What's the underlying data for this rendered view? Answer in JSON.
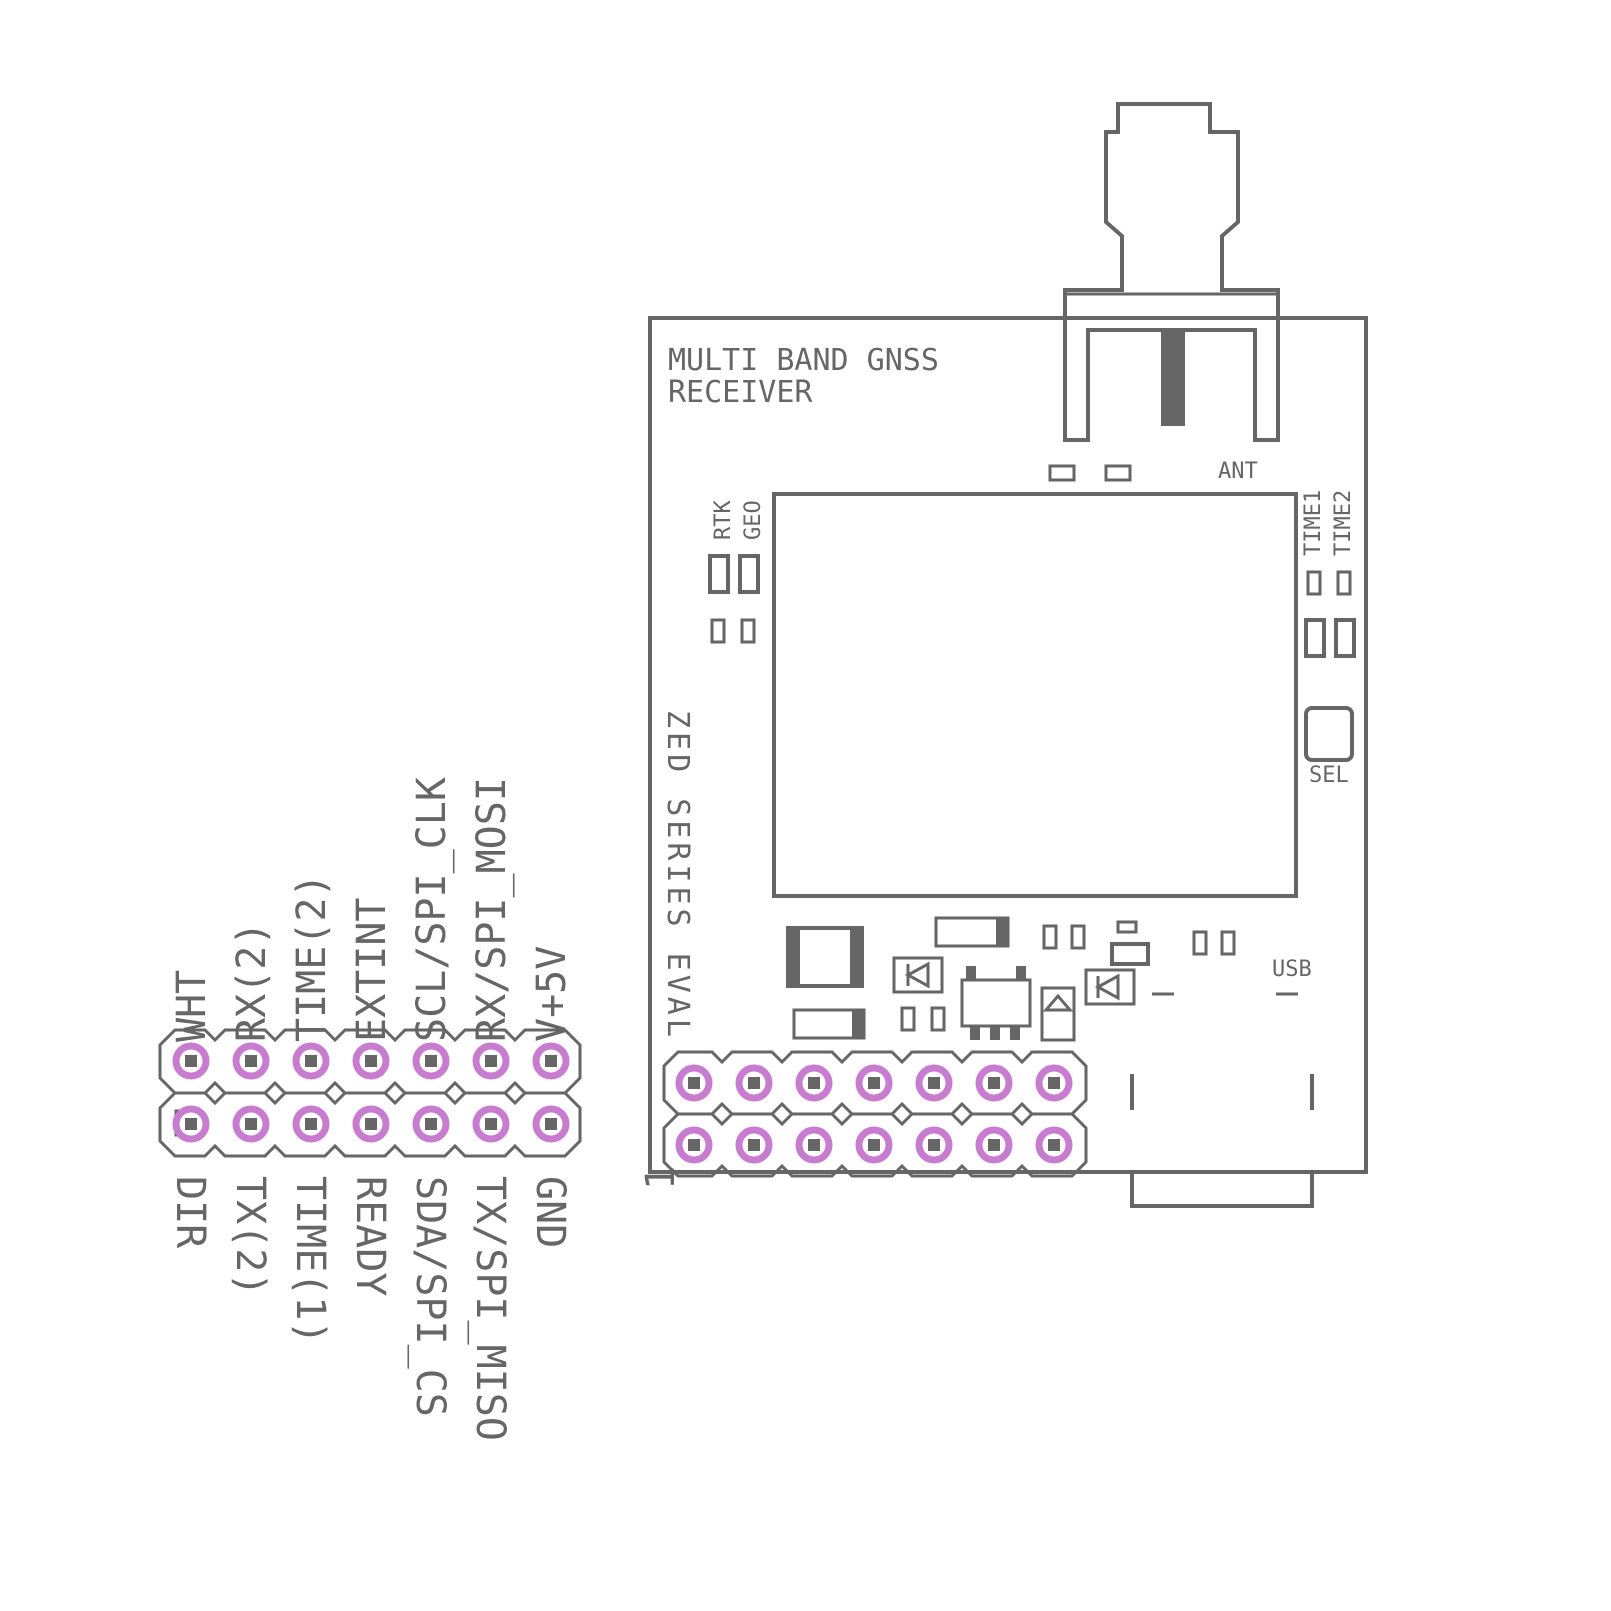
{
  "board": {
    "title_line1": "MULTI BAND GNSS",
    "title_line2": "RECEIVER",
    "side_text": "ZED SERIES EVAL",
    "antenna_label": "ANT",
    "usb_label": "USB",
    "select_label": "SEL",
    "led_labels": {
      "rtk": "RTK",
      "geo": "GEO",
      "time1": "TIME1",
      "time2": "TIME2"
    },
    "header_pin1_label": "1"
  },
  "pinout": {
    "top_row": [
      "WHT",
      "RX(2)",
      "TIME(2)",
      "EXTINT",
      "SCL/SPI_CLK",
      "RX/SPI_MOSI",
      "V+5V"
    ],
    "bottom_row": [
      "DIR",
      "TX(2)",
      "TIME(1)",
      "READY",
      "SDA/SPI_CS",
      "TX/SPI_MISO",
      "GND"
    ]
  },
  "colors": {
    "silkscreen": "#666666",
    "pad_ring": "#c77ccf",
    "background": "#ffffff"
  }
}
